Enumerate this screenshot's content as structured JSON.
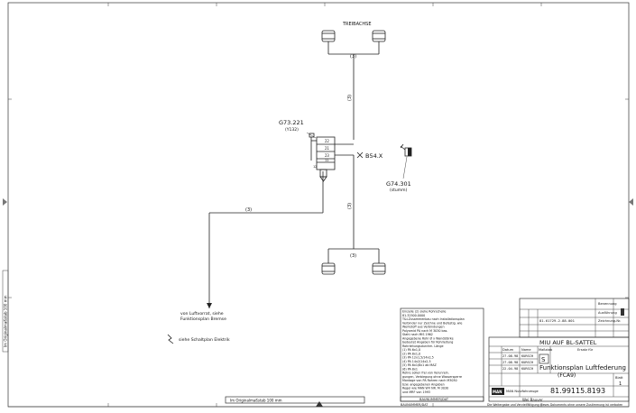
{
  "drawing": {
    "axle_label": "TREIBACHSE",
    "line_labels": {
      "top": "(3)",
      "upper_vertical": "(3)",
      "left_horizontal": "(3)",
      "lower_vertical": "(3)",
      "bottom": "(3)"
    },
    "valve_g73": {
      "code": "G73.221",
      "sub": "(Y132)"
    },
    "connector": {
      "code": "B54.X"
    },
    "valve_g74": {
      "code": "G74.301",
      "sub": "(stumm)"
    },
    "port_labels": [
      "22",
      "21",
      "23",
      "11",
      "12"
    ],
    "supply_note": {
      "line1": "von Luftvorrat, siehe",
      "line2": "Funktionsplan Bremse"
    },
    "electric_note": "siehe Schaltplan Elektrik"
  },
  "notes_box": {
    "lines": [
      "Einzelle (2) siehe Rohrschelle",
      "81.32500.0000",
      "T&I-Zusammenbau nach Installationsplan",
      "Verbinder nur Zeichne und Befestig. wie",
      "Werkstoff aus Verbindungen",
      "Polyamid PA nach M 3030 bas.",
      "Stahl nach MIS 1962",
      "Angegebene Rohr Ø x Wandstärke",
      "bedeutet Angaben für Rohrleitung",
      "Rohrleitungsdurchm. Länge",
      "(1) PA 6x1,0",
      "(2) PA 8x1,0",
      "(3) PA 12x1,5/14x2,5",
      "(4) PA 14x2/14x2,5",
      "(5) PA 6x1/8x1 ab MAZ",
      "(6) PA 8x1",
      "Rohre sollen frei von Verunrein.",
      "gungen, Verbiegung ohne Wassersperre",
      "Montage von PA Rohren nach M3030",
      "bzw. angegebenen Angaben",
      "Regel wie MAN WV NR. M 3030",
      "und MRF von 1993"
    ],
    "status": "BAUNUMMER/DAT"
  },
  "title_block": {
    "project_title": "MIU AUF BL-SATTEL",
    "plan_title": "Funktionsplan Luftfederung",
    "plan_sub": "(FCA9)",
    "drawing_number": "81.99115.8193",
    "small_code": "S",
    "date_line": "81.61729.2.88.001",
    "designer": "Wei Bauver",
    "sheet": "Blatt",
    "sheet_no": "1",
    "rev_labels": [
      "Benennung",
      "Ausführung",
      "Zeichnung-Nr."
    ],
    "company": "MAN Nutzfahrzeuge",
    "headers": [
      "Datum",
      "Name",
      "Maßstab",
      "Ersatz für"
    ],
    "rows": [
      {
        "d": "27.08.98",
        "n": "KURSCH"
      },
      {
        "d": "27.08.98",
        "n": "KURSCH"
      },
      {
        "d": "22.04.98",
        "n": "KURSCH"
      }
    ]
  },
  "footer": {
    "scale_note": "Im Originalmaßstab 100 mm",
    "side_note": "Im Originalmaßstab 100 mm",
    "left_code": "BAUNUMMER/DAT",
    "legal": "Die Weitergabe und Vervielfältigung dieses Dokuments ohne unsere Zustimmung ist verboten"
  }
}
